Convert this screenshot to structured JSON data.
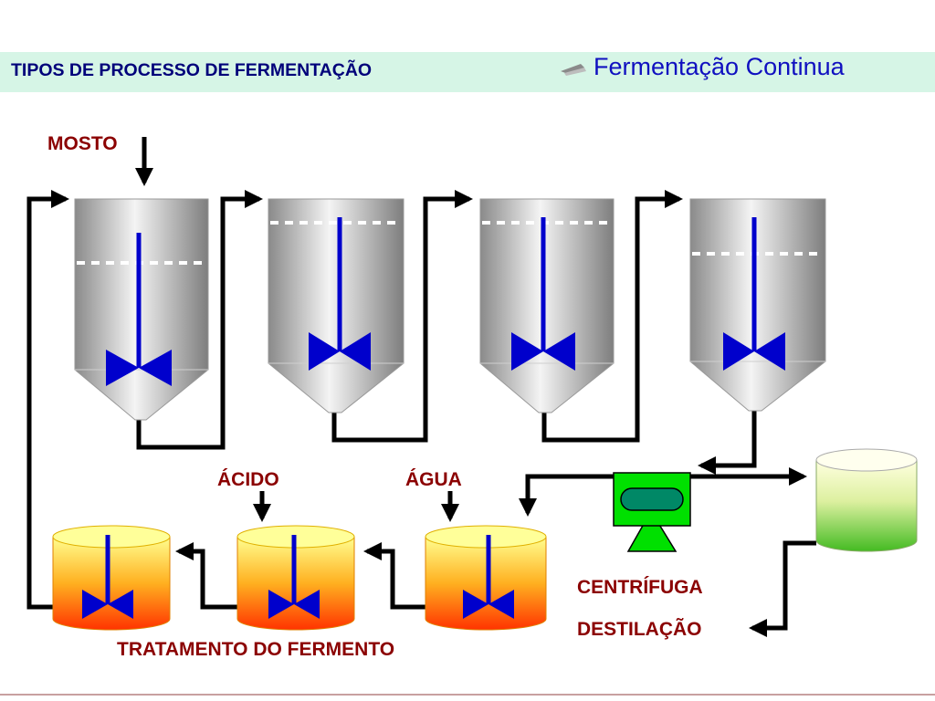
{
  "header": {
    "title": "TIPOS DE PROCESSO DE FERMENTAÇÃO",
    "subtitle": "Fermentação Continua"
  },
  "labels": {
    "mosto": "MOSTO",
    "acido": "ÁCIDO",
    "agua": "ÁGUA",
    "centrifuga": "CENTRÍFUGA",
    "destilacao": "DESTILAÇÃO",
    "tratamento": "TRATAMENTO DO FERMENTO"
  },
  "colors": {
    "text_labels": "#8b0000",
    "title": "#00007a",
    "subtitle": "#1010c0",
    "header_band": "#d6f5e6",
    "impeller": "#0000cc",
    "pipe": "#000000",
    "centrifuge": "#00e000"
  }
}
